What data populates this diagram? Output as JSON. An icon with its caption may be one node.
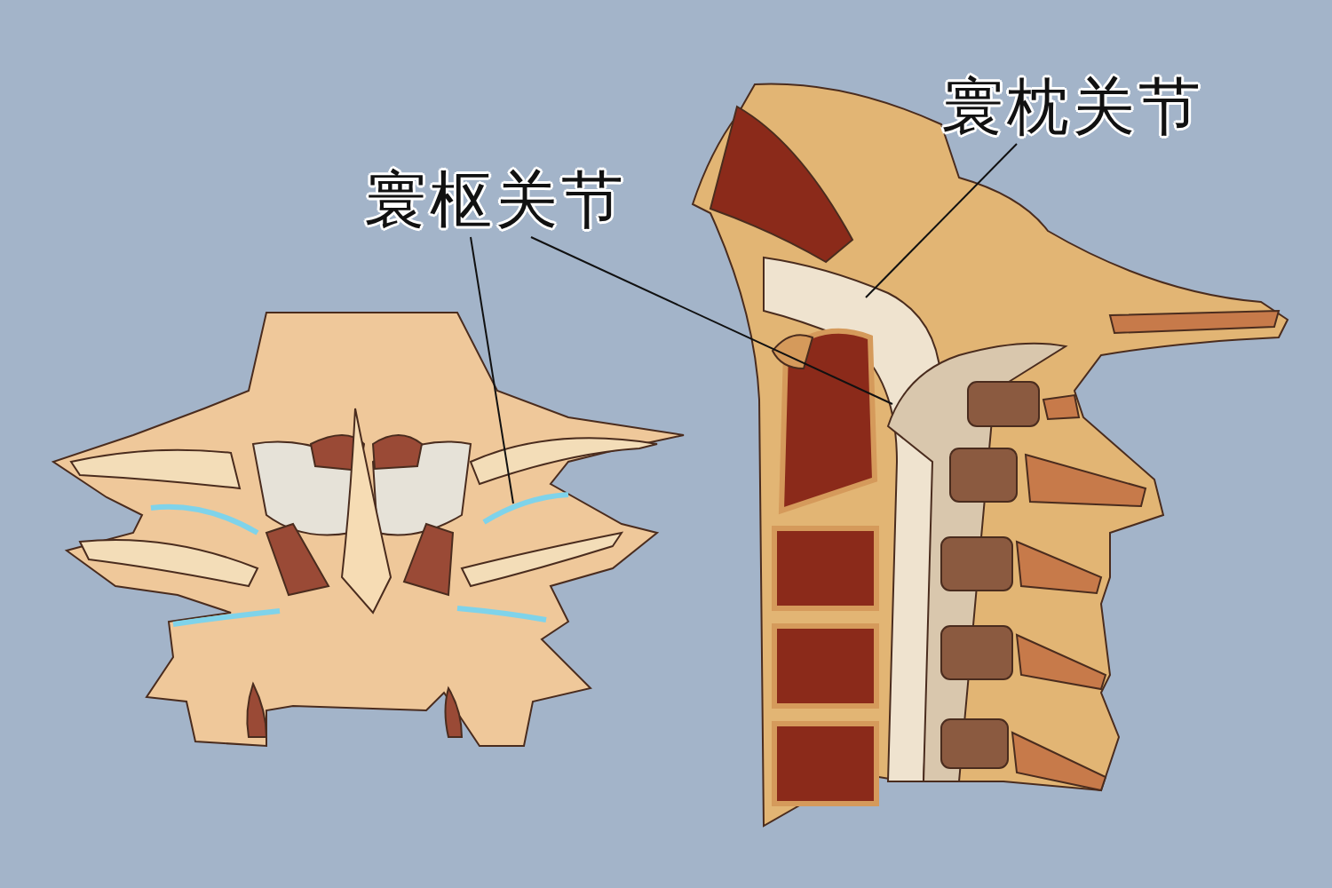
{
  "diagram": {
    "nodes": [
      {
        "text": [
          "寰枢关节"
        ]
      },
      {
        "text": [
          "寰枕关节"
        ]
      }
    ],
    "edges": [
      {
        "from": 0,
        "to": null,
        "arrow": "none"
      },
      {
        "from": 0,
        "to": null,
        "arrow": "none"
      },
      {
        "from": 1,
        "to": null,
        "arrow": "none"
      }
    ]
  }
}
